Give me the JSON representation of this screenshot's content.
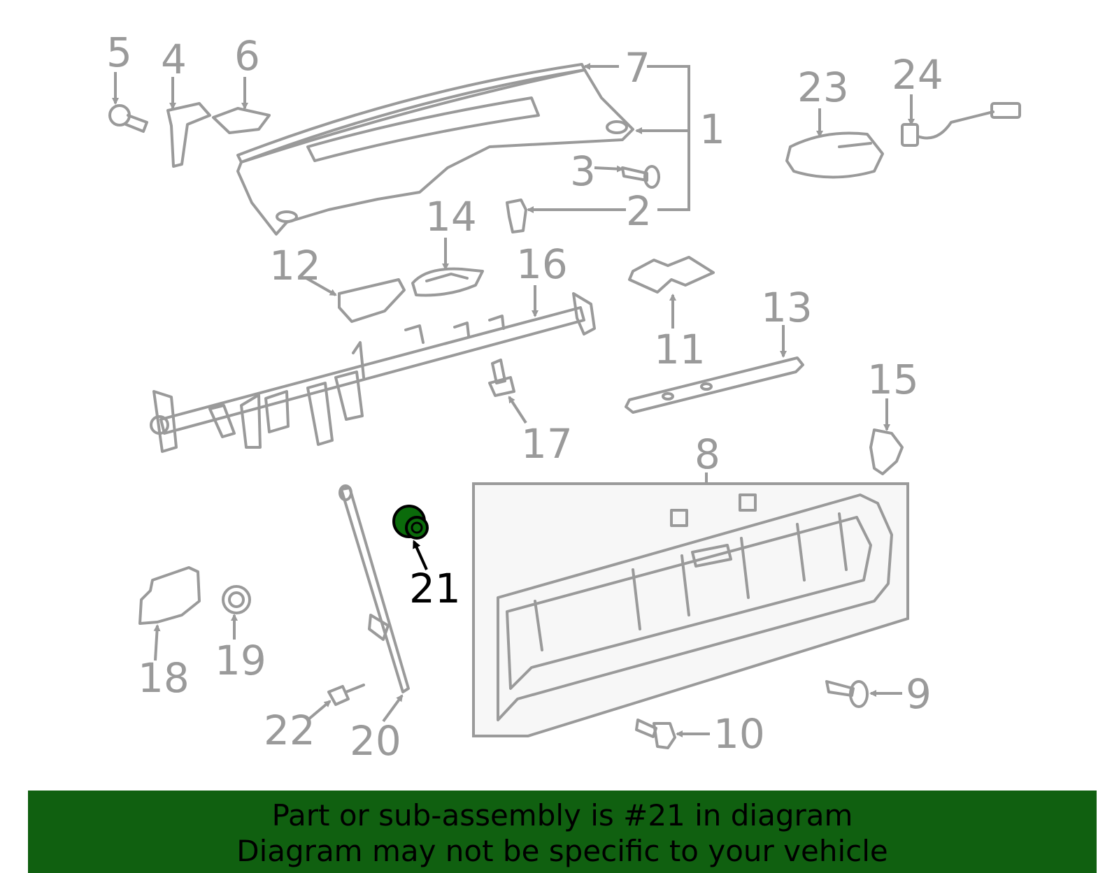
{
  "callouts": {
    "n1": "1",
    "n2": "2",
    "n3": "3",
    "n4": "4",
    "n5": "5",
    "n6": "6",
    "n7": "7",
    "n8": "8",
    "n9": "9",
    "n10": "10",
    "n11": "11",
    "n12": "12",
    "n13": "13",
    "n14": "14",
    "n15": "15",
    "n16": "16",
    "n17": "17",
    "n18": "18",
    "n19": "19",
    "n20": "20",
    "n21": "21",
    "n22": "22",
    "n23": "23",
    "n24": "24"
  },
  "highlight": {
    "part": "21",
    "color": "#0b6b0b"
  },
  "banner": {
    "line1": "Part or sub-assembly is #21 in diagram",
    "line2": "Diagram may not be specific to your vehicle",
    "color": "#106010"
  },
  "colors": {
    "line": "#9a9a9a",
    "highlight_text": "#000000"
  }
}
